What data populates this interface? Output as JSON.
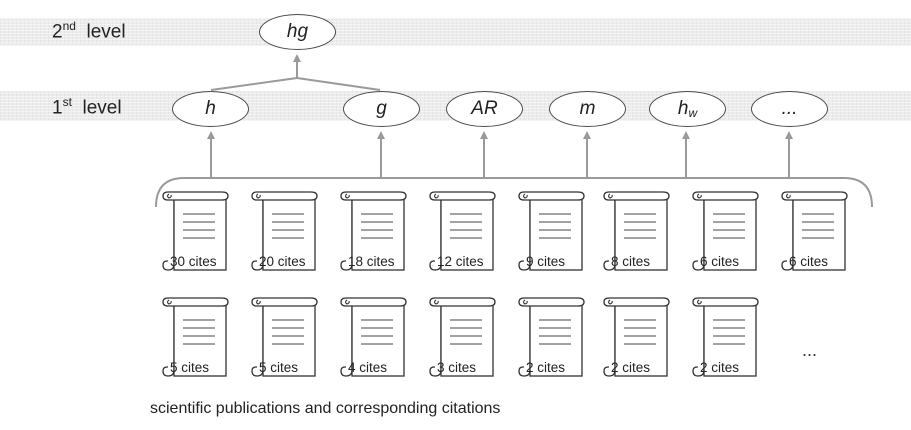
{
  "levels": {
    "second": {
      "number": "2",
      "suffix": "nd",
      "word": "level"
    },
    "first": {
      "number": "1",
      "suffix": "st",
      "word": "level"
    }
  },
  "nodes": {
    "top": "hg",
    "h": "h",
    "g": "g",
    "ar": "AR",
    "m": "m",
    "hw_base": "h",
    "hw_sub": "w",
    "more": "..."
  },
  "publications_row1": [
    "30 cites",
    "20 cites",
    "18 cites",
    "12 cites",
    "9 cites",
    "8 cites",
    "6 cites",
    "6 cites"
  ],
  "publications_row2": [
    "5 cites",
    "5 cites",
    "4 cites",
    "3 cites",
    "2 cites",
    "2 cites",
    "2 cites"
  ],
  "more_publications": "...",
  "caption": "scientific publications and corresponding citations"
}
